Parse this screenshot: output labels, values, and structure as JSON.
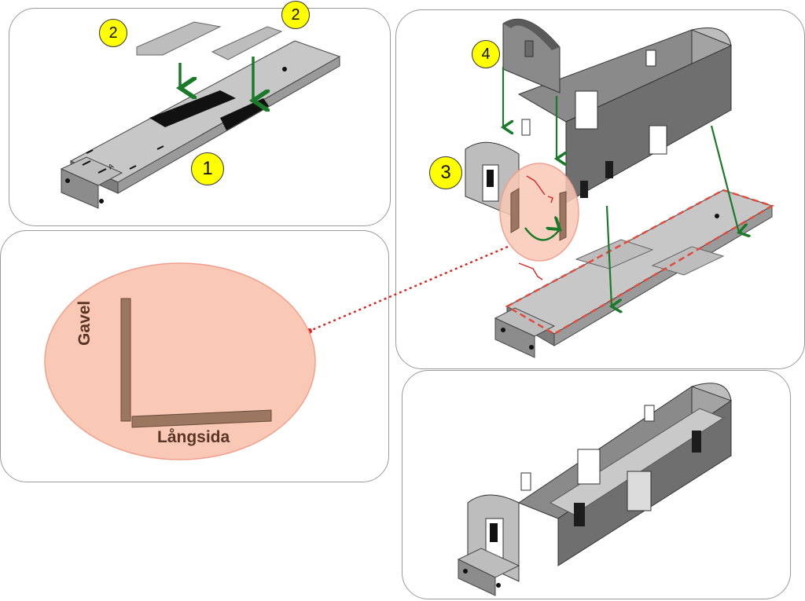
{
  "steps": {
    "step1": "1",
    "step2a": "2",
    "step2b": "2",
    "step3": "3",
    "step4": "4"
  },
  "zoom": {
    "gavel_label": "Gavel",
    "langsida_label": "Långsida"
  },
  "colors": {
    "badge": "#ffff00",
    "arrow_green": "#1b7a2a",
    "guide_red": "#e24a3b",
    "zoom_fill": "#f9c9b5",
    "wood": "#9b7660",
    "floor_gray": "#c9c9c9",
    "wall_gray": "#8a8a8a"
  }
}
